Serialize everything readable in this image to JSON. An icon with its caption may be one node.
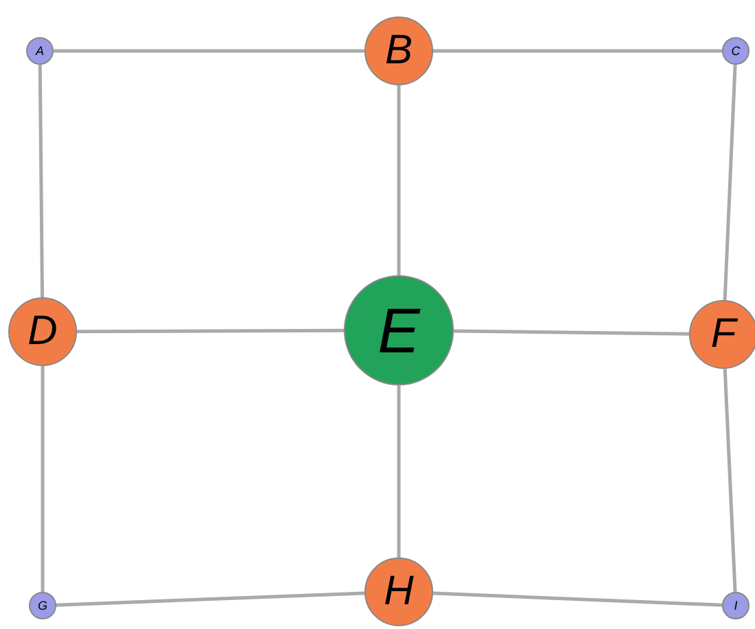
{
  "diagram": {
    "nodes": [
      {
        "text": [
          "A"
        ]
      },
      {
        "text": [
          "B"
        ]
      },
      {
        "text": [
          "C"
        ]
      },
      {
        "text": [
          "D"
        ]
      },
      {
        "text": [
          "E"
        ]
      },
      {
        "text": [
          "F"
        ]
      },
      {
        "text": [
          "G"
        ]
      },
      {
        "text": [
          "H"
        ]
      },
      {
        "text": [
          "I"
        ]
      }
    ],
    "edges": [
      {
        "from": 0,
        "to": 1,
        "arrow": "none"
      },
      {
        "from": 1,
        "to": 2,
        "arrow": "none"
      },
      {
        "from": 0,
        "to": 3,
        "arrow": "none"
      },
      {
        "from": 1,
        "to": 4,
        "arrow": "none"
      },
      {
        "from": 2,
        "to": 5,
        "arrow": "none"
      },
      {
        "from": 3,
        "to": 4,
        "arrow": "none"
      },
      {
        "from": 4,
        "to": 5,
        "arrow": "none"
      },
      {
        "from": 3,
        "to": 6,
        "arrow": "none"
      },
      {
        "from": 4,
        "to": 7,
        "arrow": "none"
      },
      {
        "from": 5,
        "to": 8,
        "arrow": "none"
      },
      {
        "from": 6,
        "to": 7,
        "arrow": "none"
      },
      {
        "from": 7,
        "to": 8,
        "arrow": "none"
      }
    ]
  }
}
